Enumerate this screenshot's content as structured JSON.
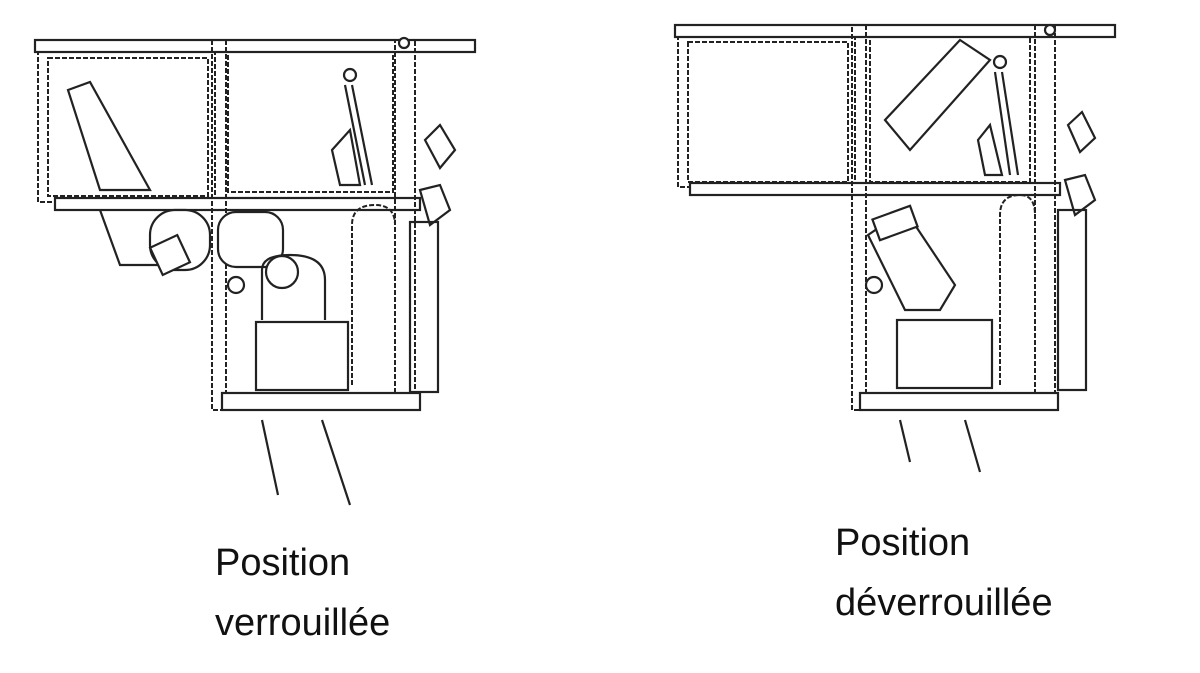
{
  "figures": [
    {
      "label_line1": "Position",
      "label_line2": "verrouillée",
      "state": "locked"
    },
    {
      "label_line1": "Position",
      "label_line2": "déverrouillée",
      "state": "unlocked"
    }
  ]
}
